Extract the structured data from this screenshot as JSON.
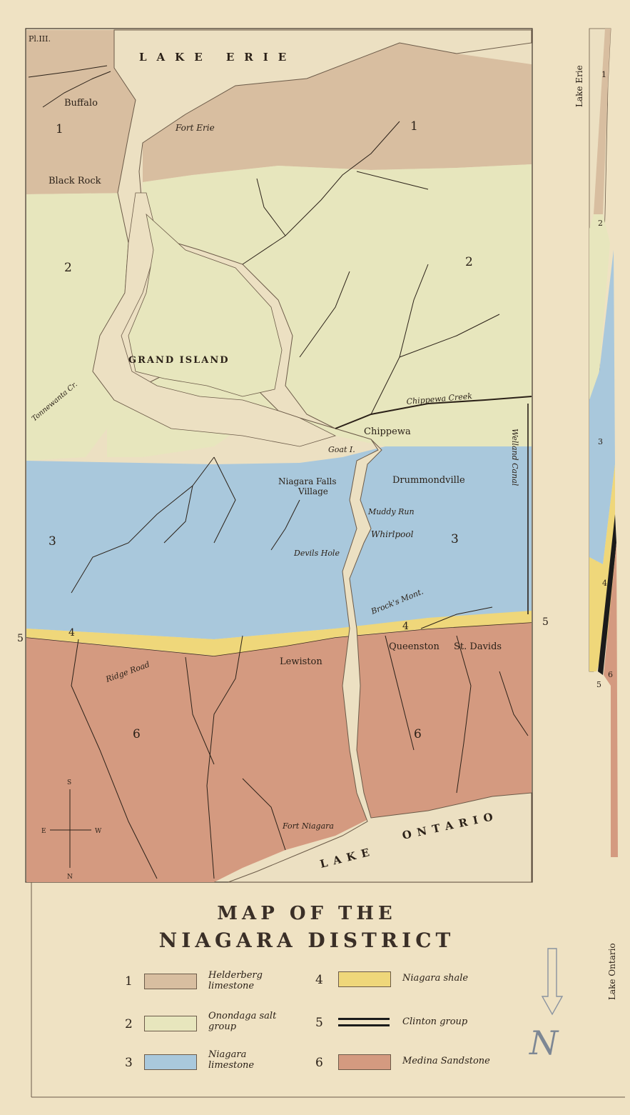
{
  "plate_label": "Pl.III.",
  "title_line1": "MAP OF THE",
  "title_line2": "NIAGARA DISTRICT",
  "water_labels": {
    "lake_erie": "LAKE ERIE",
    "lake_ontario_1": "LAKE",
    "lake_ontario_2": "ONTARIO"
  },
  "place_labels": {
    "buffalo": "Buffalo",
    "fort_erie": "Fort Erie",
    "black_rock": "Black Rock",
    "grand_island": "GRAND ISLAND",
    "tonnewanta": "Tonnewanta Cr.",
    "chippewa_creek": "Chippewa Creek",
    "chippewa": "Chippewa",
    "goat_island": "Goat I.",
    "welland_canal": "Welland Canal",
    "niagara_falls": "Niagara Falls",
    "village": "Village",
    "drummondville": "Drummondville",
    "muddy_run": "Muddy Run",
    "whirlpool": "Whirlpool",
    "devils_hole": "Devils Hole",
    "brocks_mont": "Brock's Mont.",
    "ridge_road": "Ridge Road",
    "lewiston": "Lewiston",
    "queenston": "Queenston",
    "st_davids": "St. Davids",
    "fort_niagara": "Fort Niagara"
  },
  "zone_numbers": [
    "1",
    "2",
    "3",
    "4",
    "5",
    "6"
  ],
  "compass": {
    "s": "S",
    "e": "E",
    "w": "W",
    "n": "N"
  },
  "section_labels": {
    "lake_erie": "Lake Erie",
    "lake_ontario": "Lake Ontario"
  },
  "north_symbol": "N",
  "legend": [
    {
      "num": "1",
      "label": "Helderberg limestone",
      "color": "#d8bea0"
    },
    {
      "num": "2",
      "label": "Onondaga salt group",
      "color": "#e7e6bd"
    },
    {
      "num": "3",
      "label": "Niagara limestone",
      "color": "#a9c8dc"
    },
    {
      "num": "4",
      "label": "Niagara shale",
      "color": "#efd77a"
    },
    {
      "num": "5",
      "label": "Clinton group",
      "color": "#1b1b1b"
    },
    {
      "num": "6",
      "label": "Medina Sandstone",
      "color": "#d49a80"
    }
  ]
}
